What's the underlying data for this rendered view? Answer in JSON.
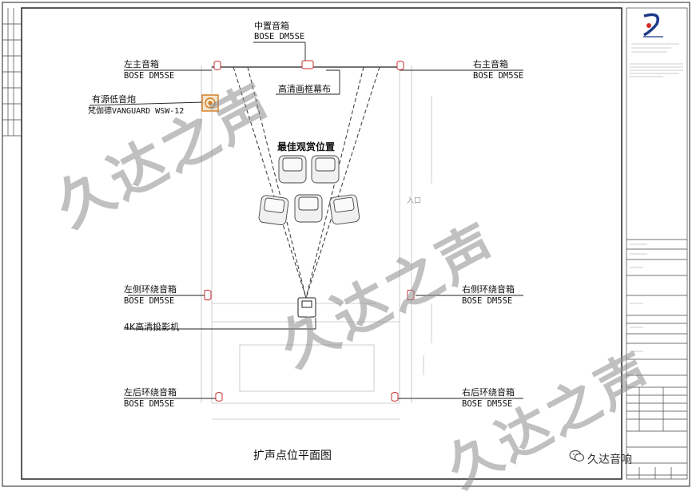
{
  "labels": {
    "center_name": "中置音箱",
    "center_model": "BOSE DM5SE",
    "front_left_name": "左主音箱",
    "front_left_model": "BOSE DM5SE",
    "front_right_name": "右主音箱",
    "front_right_model": "BOSE DM5SE",
    "screen": "高清画框幕布",
    "subwoofer_name": "有源低音炮",
    "subwoofer_model": "梵伽德VANGUARD WSW-12",
    "best_seat": "最佳观赏位置",
    "entrance": "入口",
    "side_left_name": "左侧环绕音箱",
    "side_left_model": "BOSE DM5SE",
    "side_right_name": "右侧环绕音箱",
    "side_right_model": "BOSE DM5SE",
    "projector": "4K高清投影机",
    "rear_left_name": "左后环绕音箱",
    "rear_left_model": "BOSE DM5SE",
    "rear_right_name": "右后环绕音箱",
    "rear_right_model": "BOSE DM5SE"
  },
  "drawing_title": "扩声点位平面图",
  "watermark": "久达之声",
  "brand": "久达音响",
  "icons": [
    "wechat-icon",
    "company-logo",
    "armchair-icon",
    "speaker-icon",
    "subwoofer-icon",
    "projector-icon"
  ],
  "colors": {
    "line": "#222222",
    "light_line": "#b8b8b8",
    "watermark": "#8c8c8c",
    "subwoofer": "#d07a20",
    "speaker": "#c83030",
    "logo_blue": "#1f3a8a",
    "logo_red": "#d62a2a"
  }
}
